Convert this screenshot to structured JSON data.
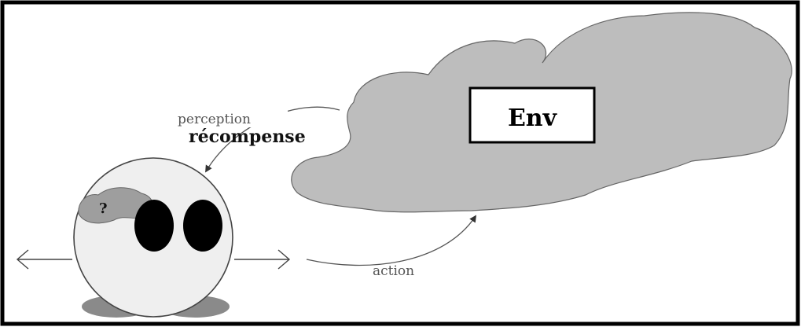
{
  "diagram": {
    "environment_label": "Env",
    "perception_label": "perception",
    "reward_label": "récompense",
    "action_label": "action",
    "agent_unknown_label": "?"
  },
  "colors": {
    "frame": "#000000",
    "environment_fill": "#bdbdbd",
    "agent_fill": "#efefef",
    "agent_knowledge_fill": "#9e9e9e",
    "feet_fill": "#8a8a8a",
    "eye_fill": "#000000",
    "line": "#555555"
  }
}
